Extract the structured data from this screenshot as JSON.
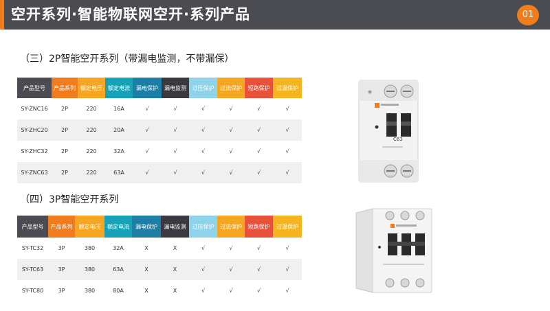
{
  "header": {
    "title": "空开系列·智能物联网空开·系列产品",
    "page_number": "01"
  },
  "colors": {
    "header_bg": "#4a4c52",
    "accent": "#f07c1e"
  },
  "header_colors": [
    "#4a4c52",
    "#f07c1e",
    "#f5a623",
    "#17a2b8",
    "#1d7fa5",
    "#383a40",
    "#8fd3ea",
    "#f5a623",
    "#e8513a",
    "#f5b521",
    "#17a2b8"
  ],
  "section1": {
    "title": "（三）2P智能空开系列（带漏电监测，不带漏保）",
    "headers": [
      "产品型号",
      "产品系列",
      "额定电压",
      "额定电流",
      "漏电保护",
      "漏电监测",
      "过压保护",
      "过流保护",
      "短路保护",
      "过温保护"
    ],
    "rows": [
      [
        "SY-ZNC16",
        "2P",
        "220",
        "16A",
        "√",
        "√",
        "√",
        "√",
        "√",
        "√"
      ],
      [
        "SY-ZHC20",
        "2P",
        "220",
        "20A",
        "√",
        "√",
        "√",
        "√",
        "√",
        "√"
      ],
      [
        "SY-ZHC32",
        "2P",
        "220",
        "32A",
        "√",
        "√",
        "√",
        "√",
        "√",
        "√"
      ],
      [
        "SY-ZNC63",
        "2P",
        "220",
        "63A",
        "√",
        "√",
        "√",
        "√",
        "√",
        "√"
      ]
    ],
    "product_image": {
      "label": "C63"
    }
  },
  "section2": {
    "title": "（四）3P智能空开系列",
    "headers": [
      "产品型号",
      "产品系列",
      "额定电压",
      "额定电流",
      "漏电保护",
      "漏电监测",
      "过压保护",
      "过流保护",
      "短路保护",
      "过温保护"
    ],
    "rows": [
      [
        "SY-TC32",
        "3P",
        "380",
        "32A",
        "X",
        "X",
        "√",
        "√",
        "√",
        "√"
      ],
      [
        "SY-TC63",
        "3P",
        "380",
        "63A",
        "X",
        "X",
        "√",
        "√",
        "√",
        "√"
      ],
      [
        "SY-TC80",
        "3P",
        "380",
        "80A",
        "X",
        "X",
        "√",
        "√",
        "√",
        "√"
      ]
    ]
  }
}
